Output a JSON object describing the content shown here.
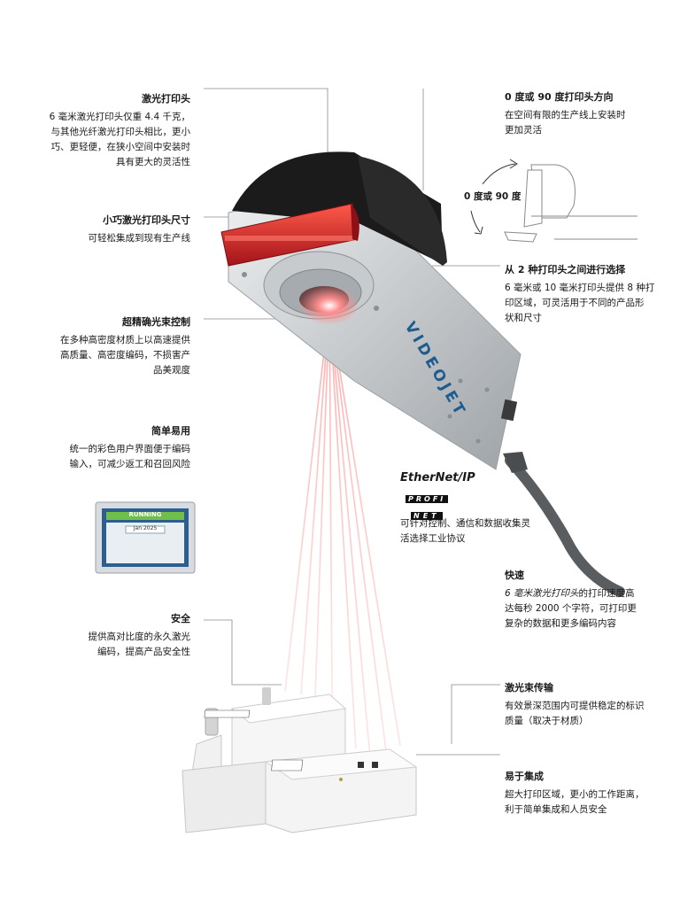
{
  "features": {
    "laser_head": {
      "title": "激光打印头",
      "body": "6 毫米激光打印头仅重 4.4 千克，\n与其他光纤激光打印头相比，更小\n巧、更轻便，在狭小空间中安装时\n具有更大的灵活性"
    },
    "compact_size": {
      "title": "小巧激光打印头尺寸",
      "body": "可轻松集成到现有生产线"
    },
    "beam_control": {
      "title": "超精确光束控制",
      "body": "在多种高密度材质上以高速提供\n高质量、高密度编码，不损害产\n品美观度"
    },
    "easy_use": {
      "title": "简单易用",
      "body": "统一的彩色用户界面便于编码\n输入，可减少返工和召回风险"
    },
    "safety": {
      "title": "安全",
      "body": "提供高对比度的永久激光\n编码，提高产品安全性"
    },
    "orientation": {
      "title": "0 度或 90 度打印头方向",
      "body": "在空间有限的生产线上安装时\n更加灵活"
    },
    "two_heads": {
      "title": "从 2 种打印头之间进行选择",
      "body": "6 毫米或 10 毫米打印头提供 8 种打\n印区域，可灵活用于不同的产品形\n状和尺寸"
    },
    "protocols": {
      "body": "可针对控制、通信和数据收集灵\n活选择工业协议"
    },
    "fast": {
      "title": "快速",
      "body_em": "6 毫米激光打印头",
      "body": "的打印速度高\n达每秒 2000 个字符，可打印更\n复杂的数据和更多编码内容"
    },
    "beam_transfer": {
      "title": "激光束传输",
      "body": "有效景深范围内可提供稳定的标识\n质量（取决于材质）"
    },
    "integration": {
      "title": "易于集成",
      "body": "超大打印区域，更小的工作距离，\n利于简单集成和人员安全"
    }
  },
  "diagram_label": "0 度或 90 度",
  "brand": "VIDEOJET",
  "logos": {
    "ethernet": "EtherNet/IP",
    "profinet_top": "PROFI",
    "profinet_bottom": "NET"
  },
  "ui_screen": {
    "status": "RUNNING",
    "field": "Jan 2025"
  },
  "colors": {
    "red": "#d8232a",
    "dark": "#1c1c1c",
    "silver": "#cfd3d6",
    "line": "#8a8a8a"
  }
}
